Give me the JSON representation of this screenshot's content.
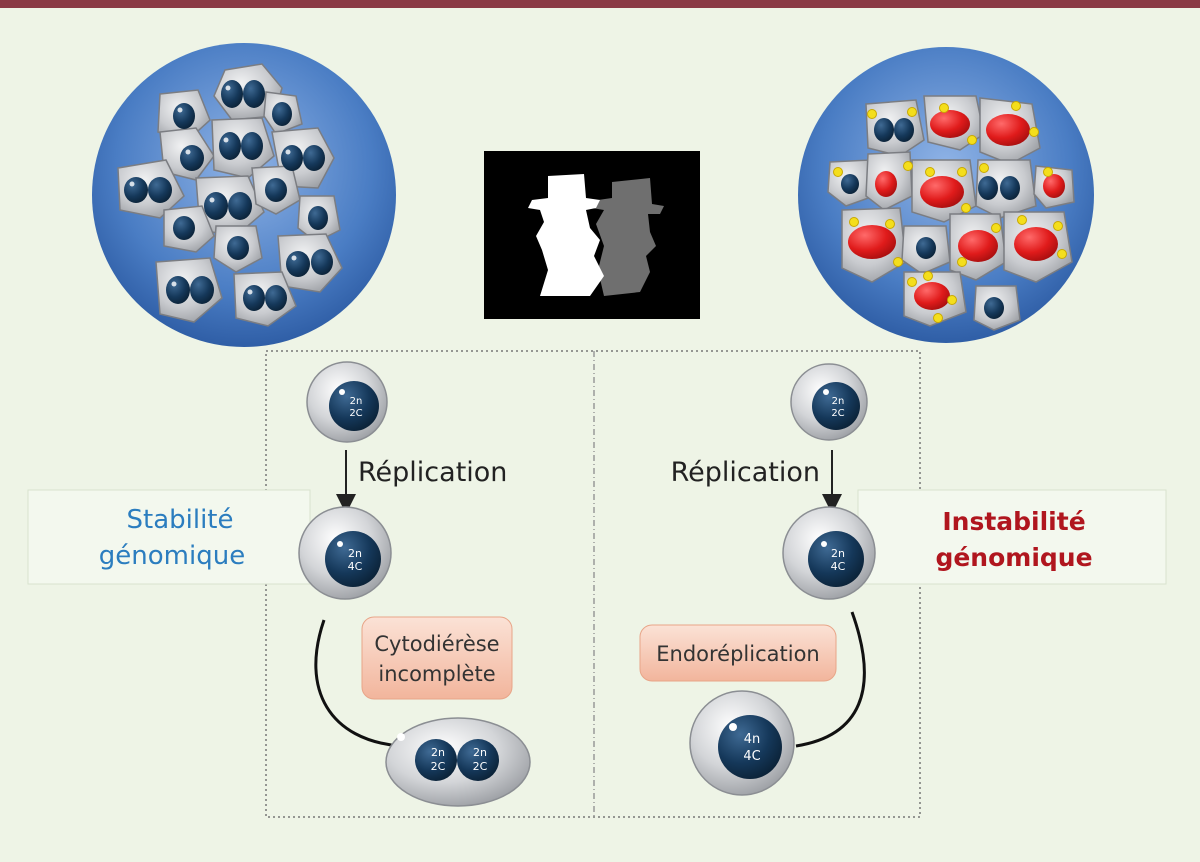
{
  "colors": {
    "background": "#eef4e6",
    "top_rule": "#8a3a45",
    "stable_label": "#2b7dbf",
    "unstable_label": "#b0161e",
    "tissue_disc": "#4a7dc4",
    "cell_body": "#c6c8cc",
    "nucleus": "#12324f",
    "aberrant_nucleus": "#e01b1b",
    "micronucleus": "#f4de1c",
    "process_box": "#f7c9b4",
    "silhouette_panel": "#000000"
  },
  "left": {
    "label_line1": "Stabilité",
    "label_line2": "génomique",
    "replication_label": "Réplication",
    "process_line1": "Cytodiérèse",
    "process_line2": "incomplète",
    "cell1": {
      "line1": "2n",
      "line2": "2C"
    },
    "cell2": {
      "line1": "2n",
      "line2": "4C"
    },
    "final_nucleus_a": {
      "line1": "2n",
      "line2": "2C"
    },
    "final_nucleus_b": {
      "line1": "2n",
      "line2": "2C"
    }
  },
  "right": {
    "label_line1": "Instabilité",
    "label_line2": "génomique",
    "replication_label": "Réplication",
    "process_label": "Endoréplication",
    "cell1": {
      "line1": "2n",
      "line2": "2C"
    },
    "cell2": {
      "line1": "2n",
      "line2": "4C"
    },
    "final_cell": {
      "line1": "4n",
      "line2": "4C"
    }
  },
  "icons": {
    "center_image": "jekyll-hyde-silhouette-icon",
    "left_tissue": "normal-polyploid-tissue-icon",
    "right_tissue": "unstable-tumor-tissue-icon"
  }
}
